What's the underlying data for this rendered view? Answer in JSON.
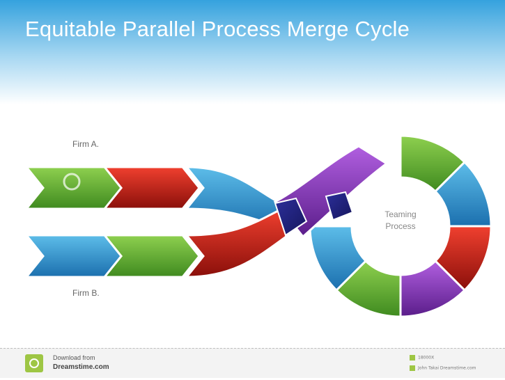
{
  "title": "Equitable Parallel Process Merge Cycle",
  "labels": {
    "firm_a": "Firm A.",
    "firm_b": "Firm B.",
    "center_line1": "Teaming",
    "center_line2": "Process"
  },
  "footer": {
    "download_text": "Download from",
    "site_name": "Dreamstime.com",
    "image_id": "18000X",
    "credit": "John Takai Dreamstime.com"
  },
  "colors": {
    "green": "#5aa52c",
    "red": "#c8231a",
    "blue": "#2f95cf",
    "purple": "#7a35a8",
    "sky_top": "#3da8e2"
  }
}
